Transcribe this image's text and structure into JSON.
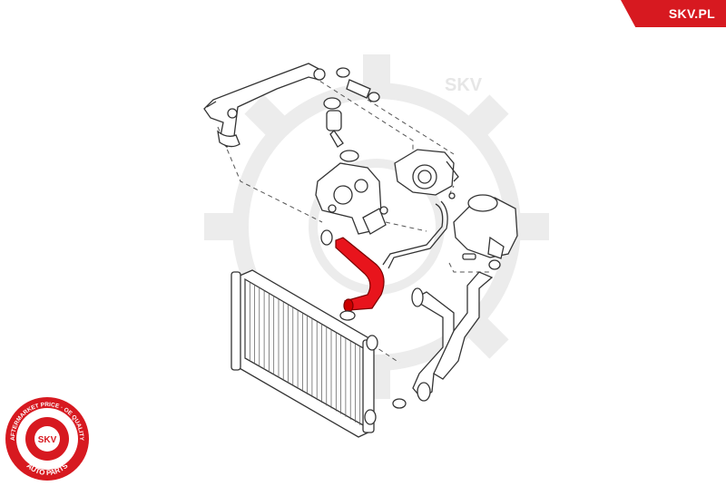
{
  "brand": {
    "site_label": "SKV.PL",
    "watermark_text": "SKV",
    "badge_text_top": "AFTERMARKET PRICE · OE QUALITY",
    "badge_text_bottom": "AUTO PARTS",
    "badge_center": "SKV"
  },
  "colors": {
    "accent": "#d71920",
    "highlight_hose": "#e8141c",
    "line_art": "#333333",
    "watermark": "#ececec"
  },
  "diagram": {
    "subject": "cooling-system-hose-exploded-view",
    "highlighted_part": "radiator-hose"
  }
}
